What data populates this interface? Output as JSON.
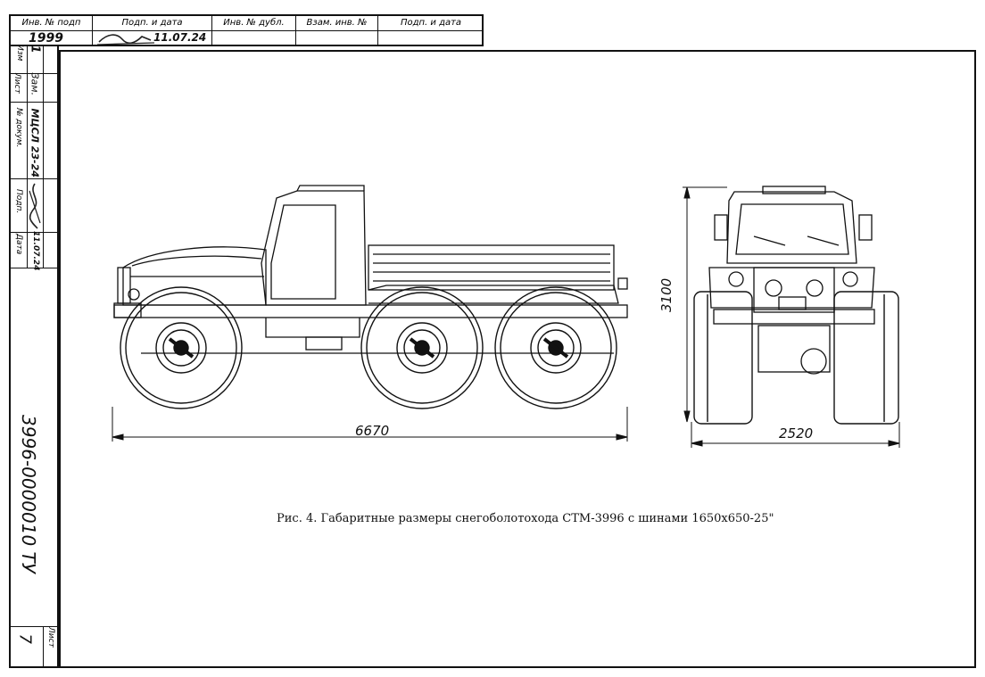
{
  "stamp": {
    "headers": [
      "Инв. № подп",
      "Подп. и дата",
      "Инв. № дубл.",
      "Взам. инв. №",
      "Подп. и дата"
    ],
    "inv_value": "1999",
    "date_value": "11.07.24"
  },
  "left_column": {
    "labels": [
      "Изм",
      "Лист",
      "№ докум.",
      "Подп.",
      "Дата"
    ],
    "izm_value": "1",
    "list_value": "Зам.",
    "doc_value": "МЦСЛ 23-24",
    "date_value": "11.07.24",
    "designation": "3996-0000010 ТУ",
    "sheet_label": "Лист",
    "sheet_number": "7"
  },
  "dimensions": {
    "length": "6670",
    "height": "3100",
    "width": "2520"
  },
  "caption": "Рис. 4. Габаритные размеры снегоболотохода СТМ-3996 с шинами 1650х650-25\""
}
